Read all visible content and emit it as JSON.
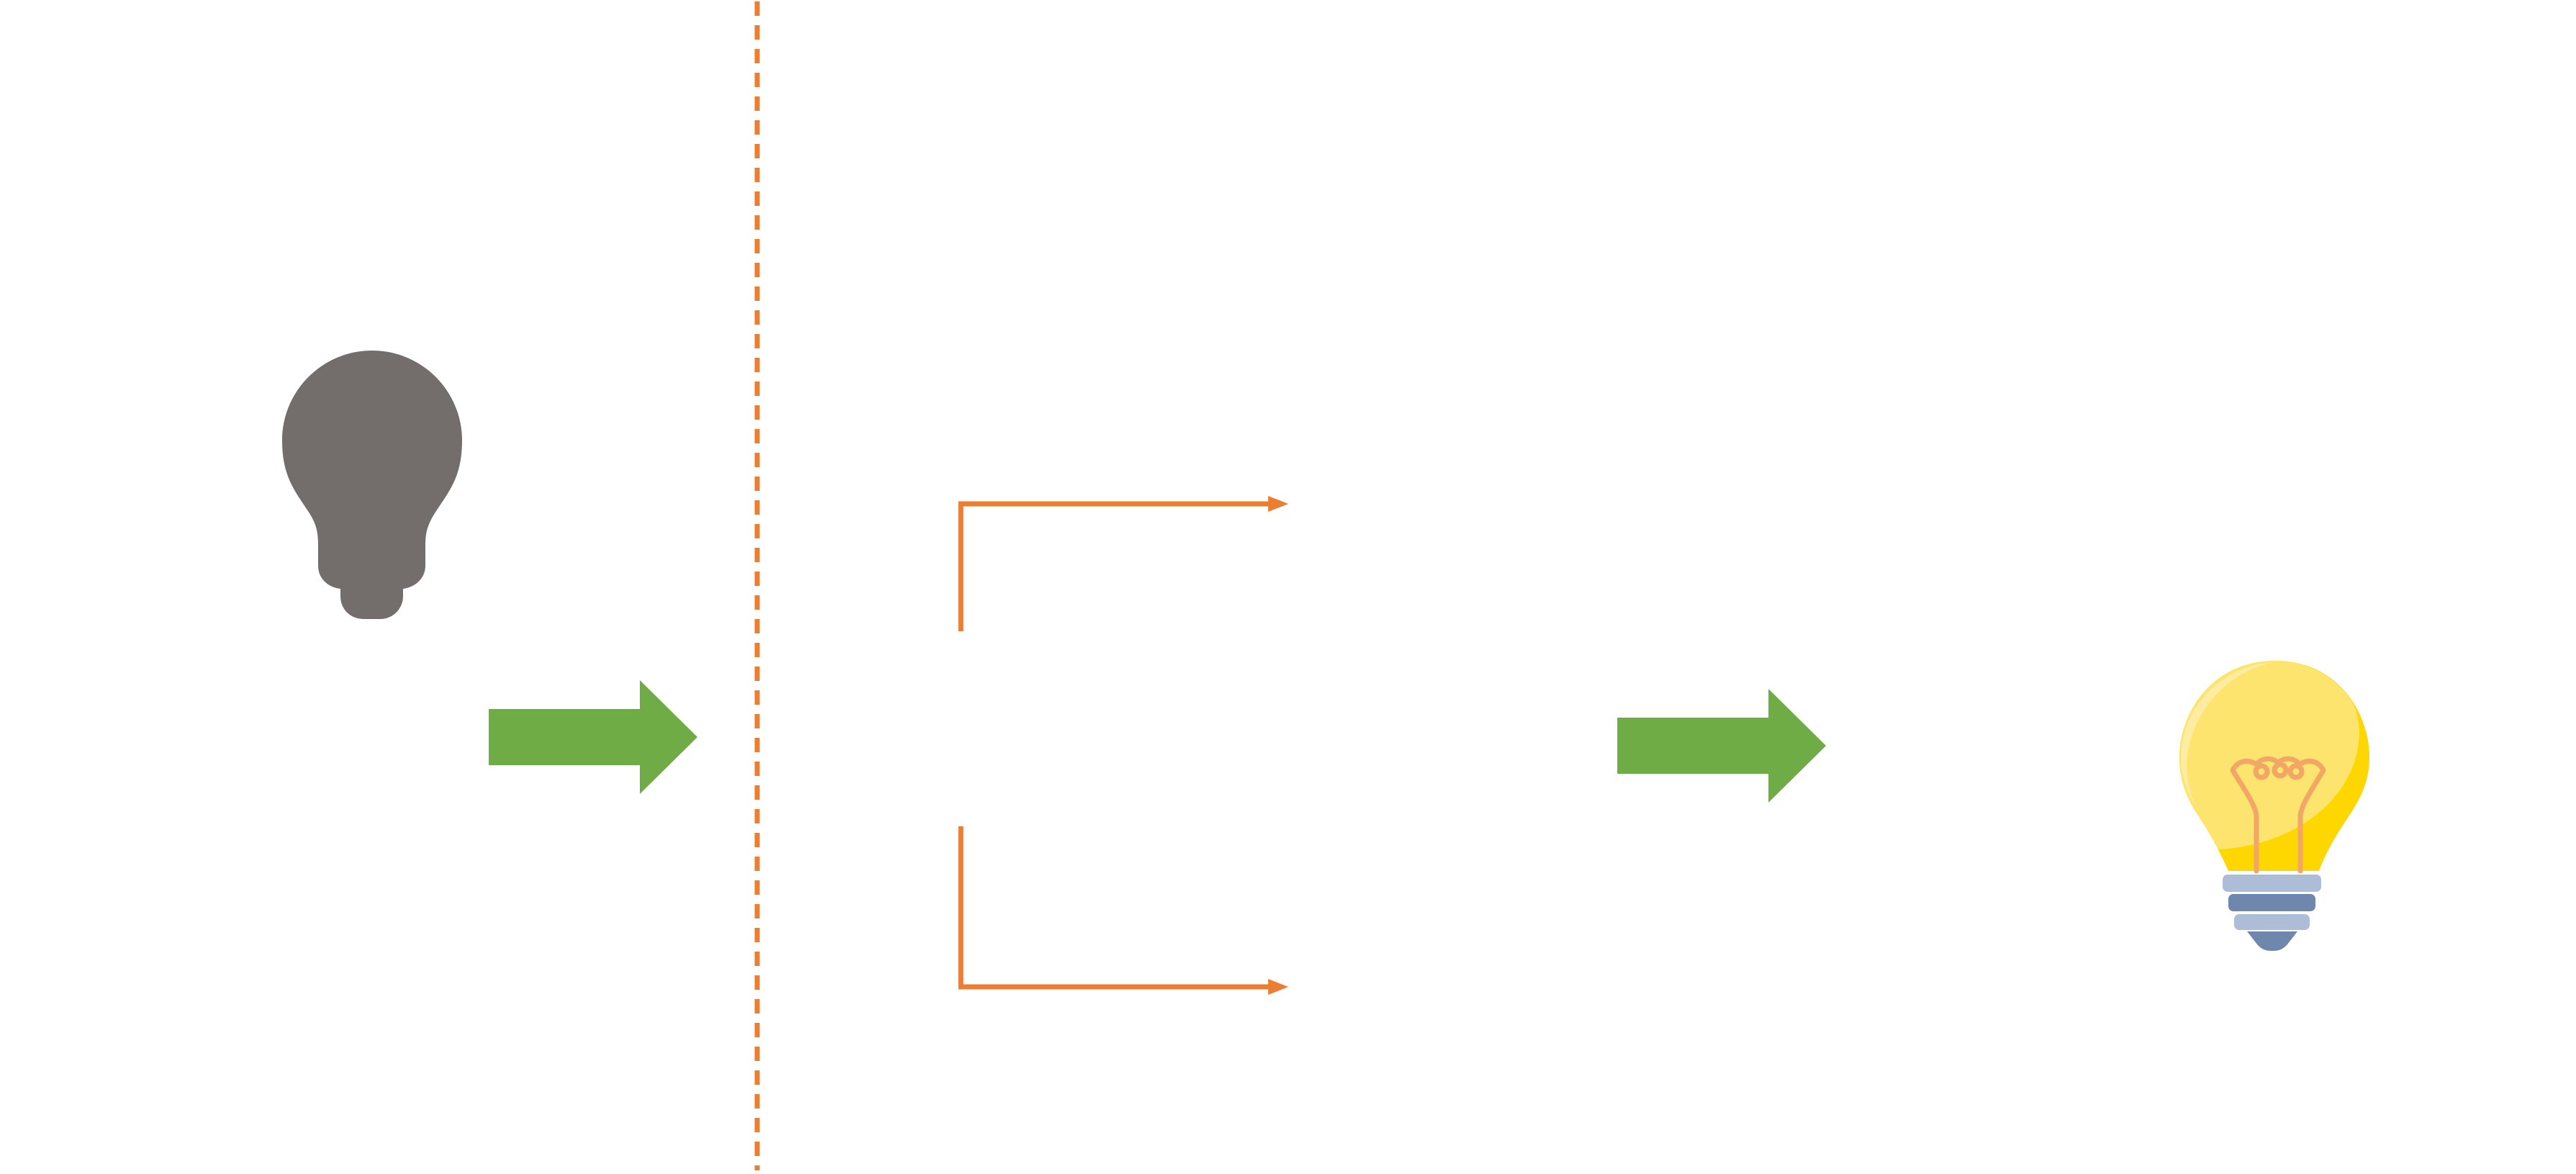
{
  "diagram": {
    "colors": {
      "background": "#ffffff",
      "bulb_off": "#736e6b",
      "arrow_green": "#6fac46",
      "accent_orange": "#ed7d31",
      "bulb_glass": "#fde46e",
      "bulb_glass_highlight": "#fdeca2",
      "bulb_glass_shade": "#ffd700",
      "filament": "#f2a766",
      "base_light": "#aebdd7",
      "base_dark": "#6f87ac"
    },
    "nodes": [
      {
        "id": "bulb-off",
        "icon": "lightbulb-off-icon"
      },
      {
        "id": "bulb-on",
        "icon": "lightbulb-on-icon"
      }
    ],
    "connectors": [
      {
        "id": "arrow-1",
        "icon": "arrow-right-icon"
      },
      {
        "id": "arrow-2",
        "icon": "arrow-right-icon"
      },
      {
        "id": "divider",
        "style": "dashed"
      },
      {
        "id": "branch-top",
        "style": "elbow-arrow"
      },
      {
        "id": "branch-bottom",
        "style": "elbow-arrow"
      }
    ]
  }
}
